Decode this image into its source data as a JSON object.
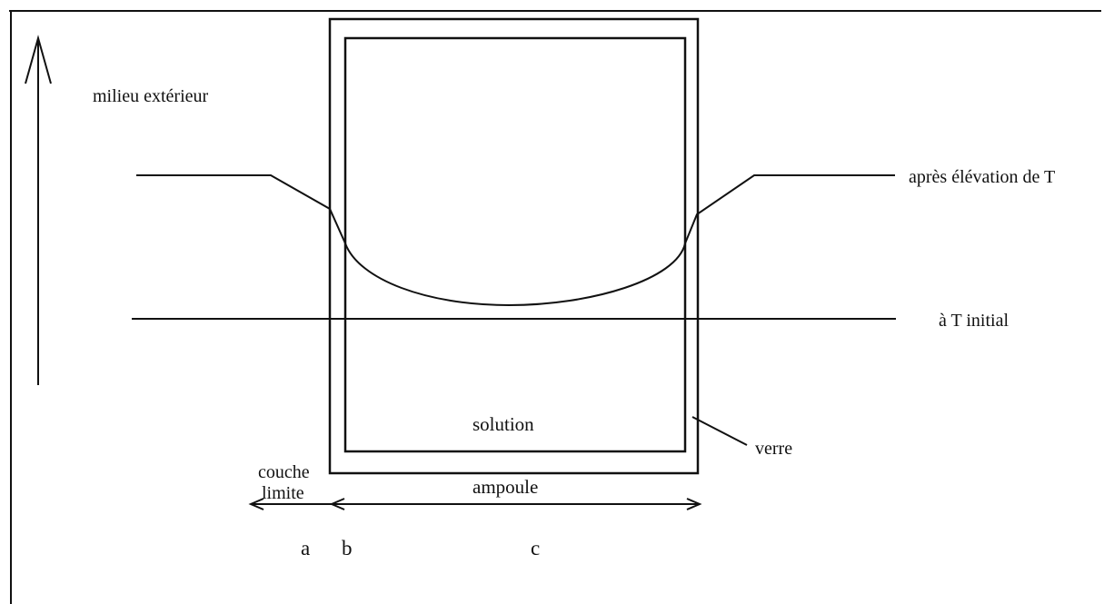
{
  "labels": {
    "outside": "milieu extérieur",
    "after": "après élévation de T",
    "initial": "à T initial",
    "solution": "solution",
    "glass": "verre",
    "boundary_line1": "couche",
    "boundary_line2": "limite",
    "ampoule": "ampoule",
    "region_a": "a",
    "region_b": "b",
    "region_c": "c"
  }
}
